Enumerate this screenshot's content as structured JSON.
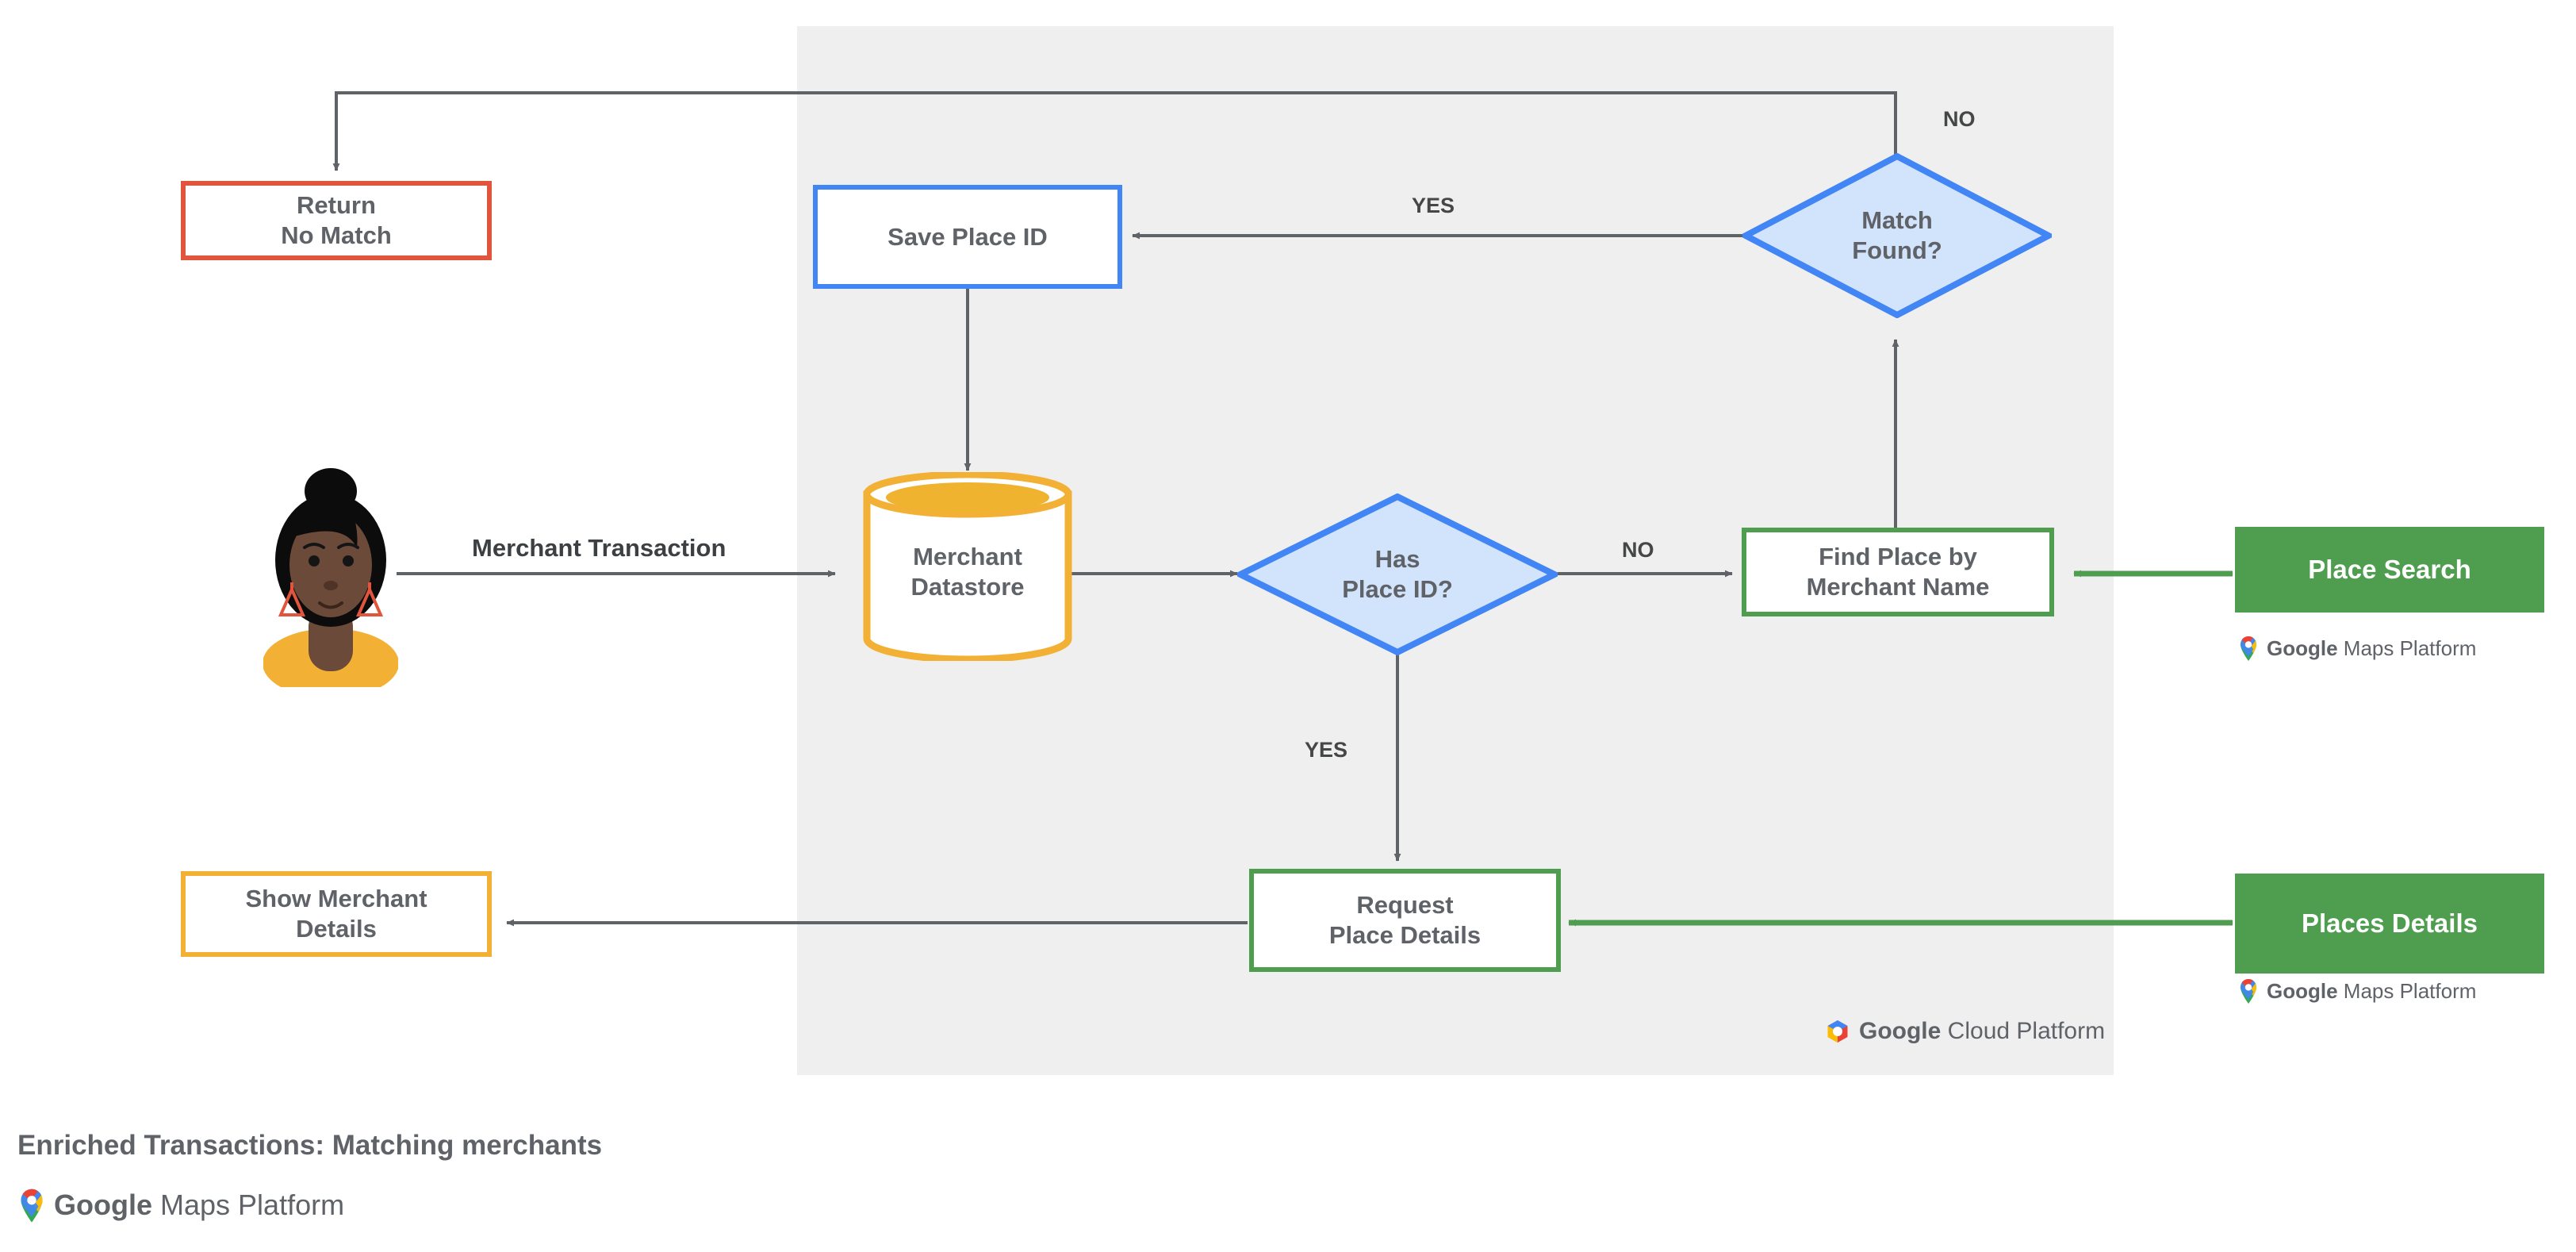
{
  "diagram": {
    "caption": "Enriched Transactions: Matching merchants",
    "panel_label": "google-cloud-platform-region",
    "colors": {
      "panel_bg": "#efefef",
      "red": "#e2553d",
      "blue": "#4285f4",
      "blue_fill": "#d2e3fc",
      "green": "#4f9e50",
      "amber": "#f2b035",
      "amber_fill": "#efb32f",
      "arrow_gray": "#5f6368",
      "text_gray": "#5f6368"
    }
  },
  "nodes": {
    "return_no_match": "Return\nNo Match",
    "save_place_id": "Save Place ID",
    "match_found": "Match\nFound?",
    "merchant_datastore": "Merchant\nDatastore",
    "has_place_id": "Has\nPlace ID?",
    "find_place_by_merchant_name": "Find Place by\nMerchant Name",
    "show_merchant_details": "Show Merchant\nDetails",
    "request_place_details": "Request\nPlace Details"
  },
  "chips": {
    "place_search": "Place Search",
    "places_details": "Places Details"
  },
  "edge_labels": {
    "merchant_transaction": "Merchant Transaction",
    "match_found_no": "NO",
    "match_found_yes": "YES",
    "has_place_id_no": "NO",
    "has_place_id_yes": "YES"
  },
  "logos": {
    "maps_platform_bold": "Google",
    "maps_platform_rest": " Maps Platform",
    "cloud_platform_bold": "Google",
    "cloud_platform_rest": " Cloud Platform"
  },
  "icons": {
    "maps_pin": "maps-pin-icon",
    "cloud_hex": "cloud-hexagon-icon",
    "avatar": "person-avatar-icon"
  }
}
